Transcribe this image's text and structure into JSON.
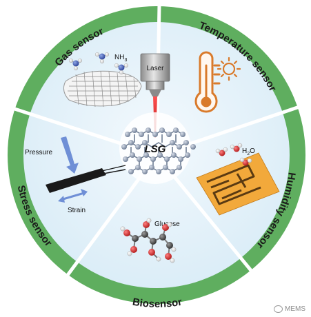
{
  "sections": {
    "gas": "Gas sensor",
    "temperature": "Temperature sensor",
    "humidity": "Humidity sensor",
    "bio": "Biosensor",
    "stress": "Stress sensor"
  },
  "center": {
    "title": "LSG",
    "laser": "Laser"
  },
  "labels": {
    "nh3_main": "NH",
    "nh3_sub": "3",
    "h2o_h": "H",
    "h2o_sub": "2",
    "h2o_o": "O",
    "pressure": "Pressure",
    "strain": "Strain",
    "glucose": "Glucose"
  },
  "watermark": "MEMS",
  "colors": {
    "ring": "#5fae5f",
    "inner": "#e3f1fa",
    "divider": "#ffffff",
    "laser_beam": "#e53030",
    "sensor_pad": "#f2a93b",
    "thermometer": "#d97a2b"
  }
}
